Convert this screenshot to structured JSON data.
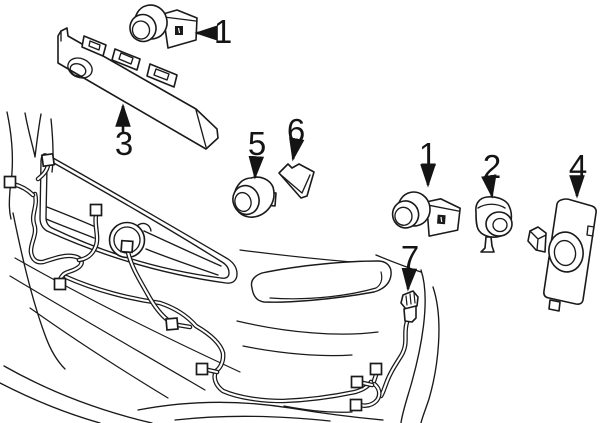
{
  "diagram": {
    "type": "exploded-parts-line-diagram",
    "subject": "front-bumper-park-assist-sensors-and-wiring",
    "background_color": "#ffffff",
    "line_color": "#1a1a1a",
    "callouts": [
      {
        "number": "1",
        "part": "parking-sensor-top"
      },
      {
        "number": "3",
        "part": "sensor-mounting-bracket-strip"
      },
      {
        "number": "5",
        "part": "parking-sensor-angled"
      },
      {
        "number": "6",
        "part": "retainer-clip"
      },
      {
        "number": "1",
        "part": "parking-sensor-middle"
      },
      {
        "number": "2",
        "part": "parking-sensor-rear-view"
      },
      {
        "number": "4",
        "part": "sensor-mount-plate"
      },
      {
        "number": "7",
        "part": "harness-connector"
      }
    ]
  }
}
